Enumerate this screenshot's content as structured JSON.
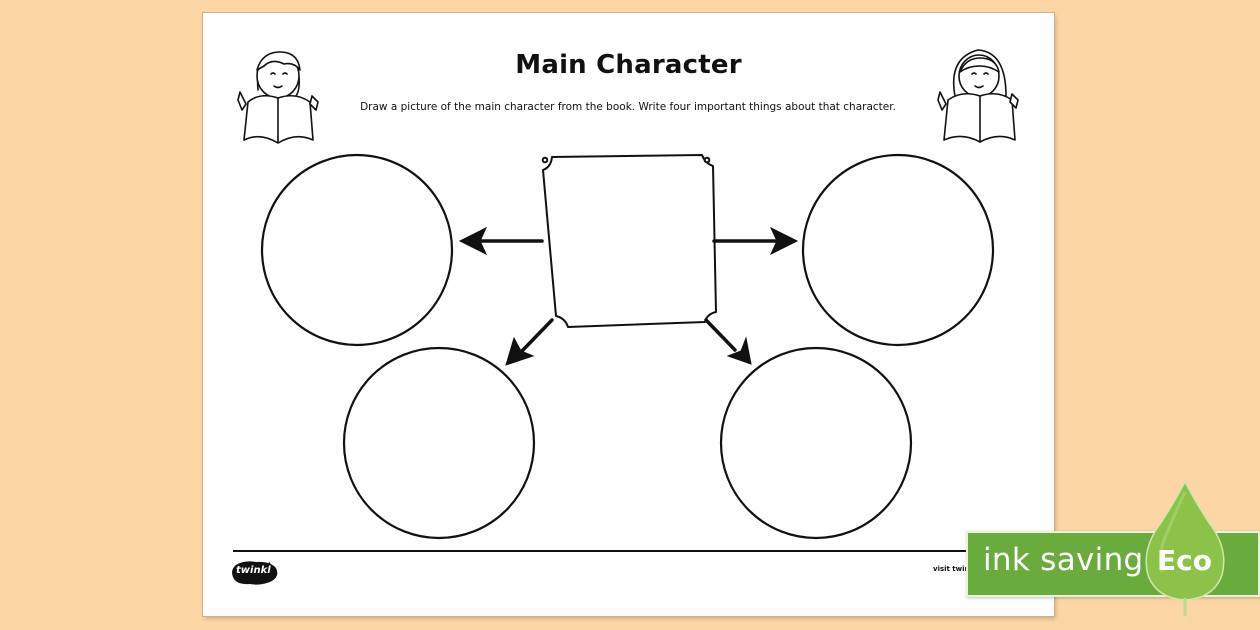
{
  "worksheet": {
    "title": "Main Character",
    "instructions": "Draw a picture of the main character from the book. Write four important things about that character.",
    "footer_link": "visit twink",
    "logo_text": "twinkl"
  },
  "badge": {
    "label": "ink saving",
    "eco": "Eco",
    "color": "#6aab3e",
    "drop_color": "#8bc34a"
  }
}
